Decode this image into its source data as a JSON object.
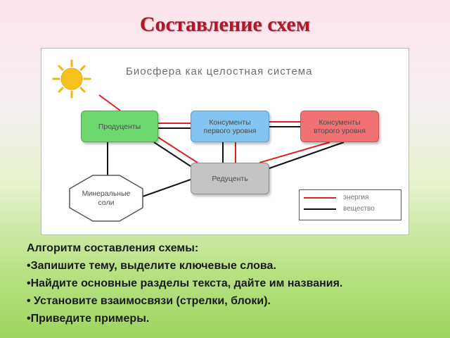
{
  "title": "Составление схем",
  "diagram": {
    "heading": "Биосфера как целостная система",
    "nodes": {
      "producers": "Продуценты",
      "consumers1_line1": "Консументы",
      "consumers1_line2": "первого уровня",
      "consumers2_line1": "Консументы",
      "consumers2_line2": "второго уровня",
      "reducent": "Редуценть",
      "minerals_line1": "Минеральные",
      "minerals_line2": "соли"
    },
    "legend": {
      "energy": "энергия",
      "matter": "вещество"
    },
    "colors": {
      "energy": "#e02020",
      "matter": "#111111",
      "sun": "#f7c21b"
    }
  },
  "algorithm": {
    "heading": "Алгоритм составления схемы:",
    "steps": [
      "•Запишите тему, выделите ключевые  слова.",
      "•Найдите основные разделы текста, дайте им названия.",
      "• Установите взаимосвязи (стрелки, блоки).",
      "•Приведите примеры."
    ]
  }
}
